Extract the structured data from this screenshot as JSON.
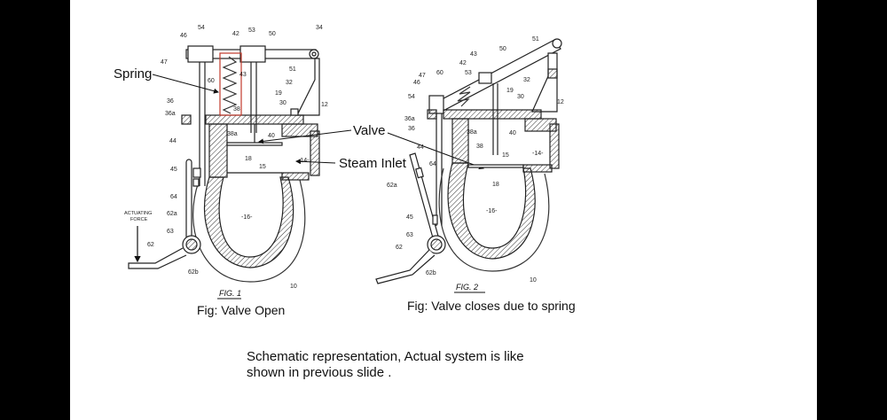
{
  "slide": {
    "annotations": {
      "spring": "Spring",
      "valve": "Valve",
      "steam_inlet": "Steam Inlet"
    },
    "fig1": {
      "title": "FIG. 1",
      "caption": "Fig: Valve Open",
      "actuating_force": [
        "ACTUATING",
        "FORCE"
      ],
      "part_labels": [
        "54",
        "46",
        "42",
        "53",
        "50",
        "34",
        "47",
        "60",
        "43",
        "51",
        "32",
        "19",
        "30",
        "36",
        "38",
        "12",
        "36a",
        "38a",
        "40",
        "44",
        "18",
        "15",
        "-14-",
        "45",
        "64",
        "62a",
        "-16-",
        "63",
        "62",
        "62b",
        "10"
      ]
    },
    "fig2": {
      "title": "FIG. 2",
      "caption": "Fig: Valve closes due to spring",
      "part_labels": [
        "51",
        "50",
        "43",
        "42",
        "53",
        "47",
        "46",
        "60",
        "32",
        "19",
        "30",
        "54",
        "12",
        "36a",
        "36",
        "38a",
        "38",
        "40",
        "44",
        "64",
        "15",
        "-14-",
        "18",
        "62a",
        "-16-",
        "45",
        "63",
        "62",
        "62b",
        "10"
      ]
    },
    "note": "Schematic representation, Actual system is like\nshown in previous slide ."
  },
  "colors": {
    "highlight_box": "#c0392b",
    "background": "#ffffff",
    "border": "#000000"
  }
}
